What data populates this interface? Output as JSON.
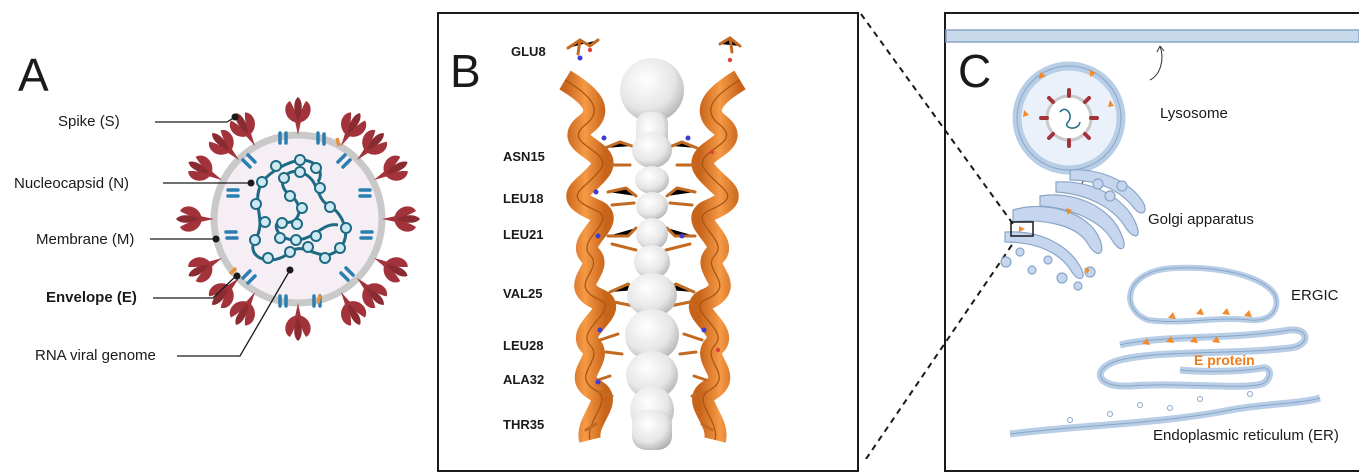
{
  "panels": {
    "a": "A",
    "b": "B",
    "c": "C"
  },
  "panel_a": {
    "labels": {
      "spike": "Spike (S)",
      "nucleocapsid": "Nucleocapsid (N)",
      "membrane": "Membrane (M)",
      "envelope": "Envelope (E)",
      "rna": "RNA viral genome"
    }
  },
  "panel_b": {
    "residues": [
      "GLU8",
      "ASN15",
      "LEU18",
      "LEU21",
      "VAL25",
      "LEU28",
      "ALA32",
      "THR35"
    ]
  },
  "panel_c": {
    "labels": {
      "lysosome": "Lysosome",
      "golgi": "Golgi apparatus",
      "ergic": "ERGIC",
      "e_protein": "E protein",
      "er": "Endoplasmic reticulum (ER)"
    }
  },
  "colors": {
    "spike": "#a3333b",
    "membrane_protein": "#2a7fb0",
    "envelope_protein": "#e8913a",
    "genome": "#1e6a82",
    "helix": "#f08c2e",
    "organelle": "#b8cde6",
    "e_protein_text": "#f07d1a"
  }
}
